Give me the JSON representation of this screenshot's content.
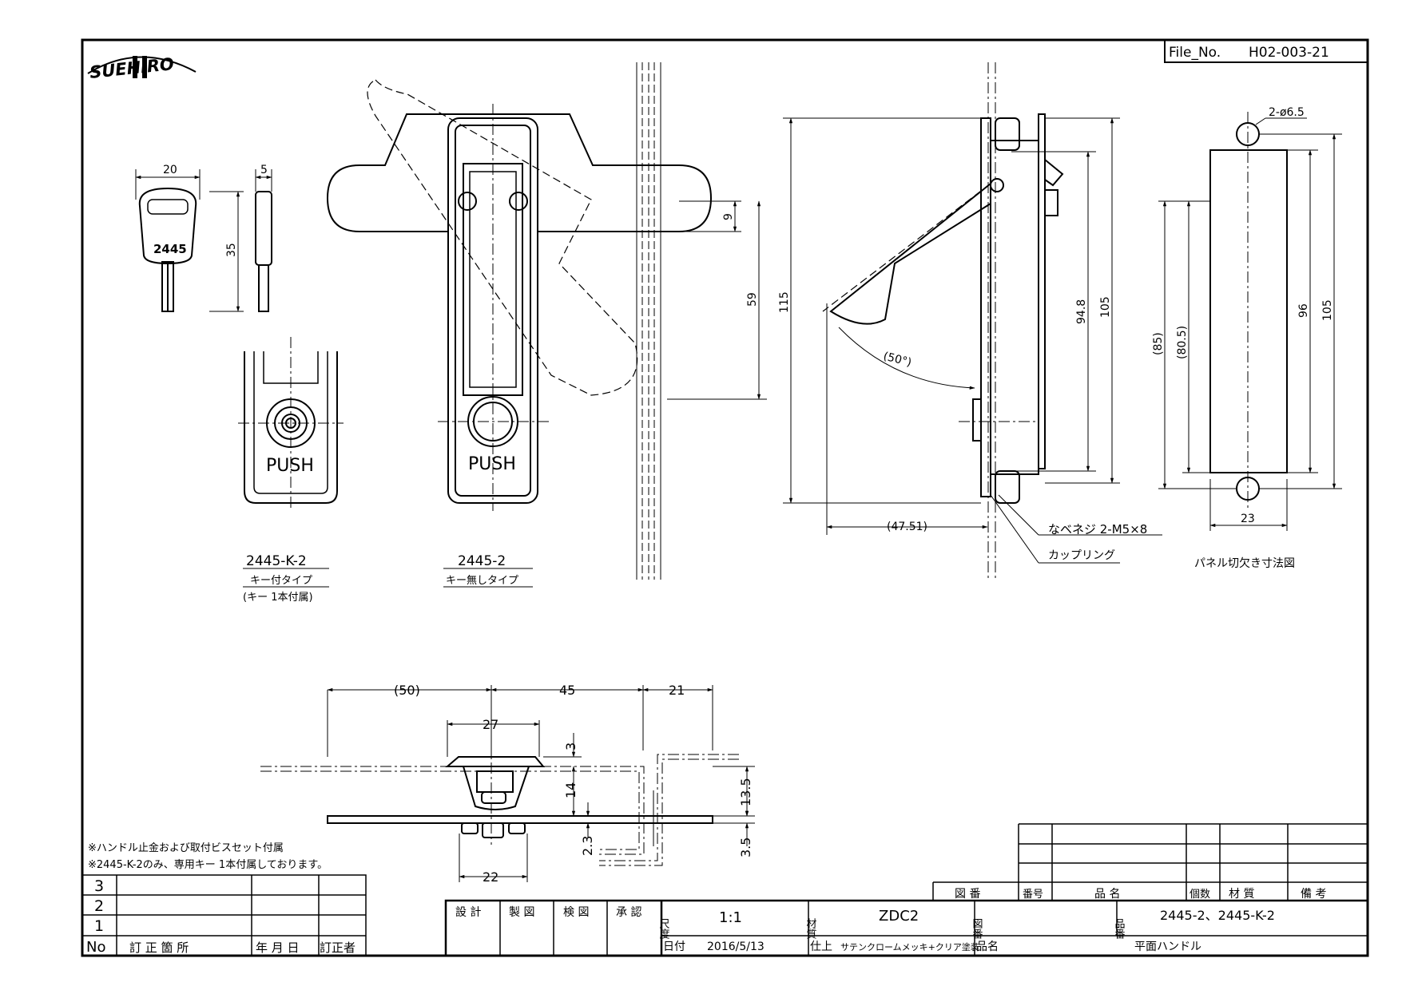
{
  "sheet": {
    "file_no_label": "File_No.",
    "file_no": "H02-003-21",
    "logo_text": "SUEHIRO"
  },
  "key_view": {
    "key_number": "2445",
    "dim_width": "20",
    "dim_thickness": "5",
    "dim_height": "35"
  },
  "front_views": {
    "push_label": "PUSH",
    "k_part": "2445-K-2",
    "k_type": "キー付タイプ",
    "k_note": "(キー 1本付属)",
    "plain_part": "2445-2",
    "plain_type": "キー無しタイプ"
  },
  "front_dims": {
    "d9": "9",
    "d59": "59"
  },
  "side_view": {
    "d115": "115",
    "d94_8": "94.8",
    "d105": "105",
    "angle": "(50°)",
    "d47_51": "(47.51)",
    "screw_label": "なベネジ 2-M5×8",
    "coupling_label": "カップリング"
  },
  "panel_cutout": {
    "holes": "2-ø6.5",
    "d85": "(85)",
    "d80_5": "(80.5)",
    "d96": "96",
    "d105": "105",
    "d23": "23",
    "title": "パネル切欠き寸法図"
  },
  "bottom_view": {
    "d50": "(50)",
    "d45": "45",
    "d21": "21",
    "d27": "27",
    "d3": "3",
    "d14": "14",
    "d13_5": "13.5",
    "d2_3": "2.3",
    "d3_5": "3.5",
    "d22": "22"
  },
  "notes": [
    "※ハンドル止金および取付ビスセット付属",
    "※2445-K-2のみ、専用キー 1本付属しております。"
  ],
  "revision_table": {
    "rows": [
      "3",
      "2",
      "1"
    ],
    "headers": [
      "No",
      "訂 正 箇 所",
      "年 月 日",
      "訂正者"
    ]
  },
  "parts_table": {
    "headers": [
      "図 番",
      "番号",
      "品 名",
      "個数",
      "材 質",
      "備 考"
    ]
  },
  "title_block": {
    "design": "設 計",
    "drawing": "製 図",
    "check": "検 図",
    "approve": "承 認",
    "scale_label": "尺度",
    "scale": "1:1",
    "material_label": "材質",
    "material": "ZDC2",
    "drawing_no_label": "図番",
    "item_no_label": "品番",
    "item_no": "2445-2、2445-K-2",
    "date_label": "日付",
    "date": "2016/5/13",
    "finish_label": "仕上",
    "finish": "サテンクロームメッキ+クリア塗装",
    "item_name_label": "品名",
    "item_name": "平面ハンドル"
  }
}
